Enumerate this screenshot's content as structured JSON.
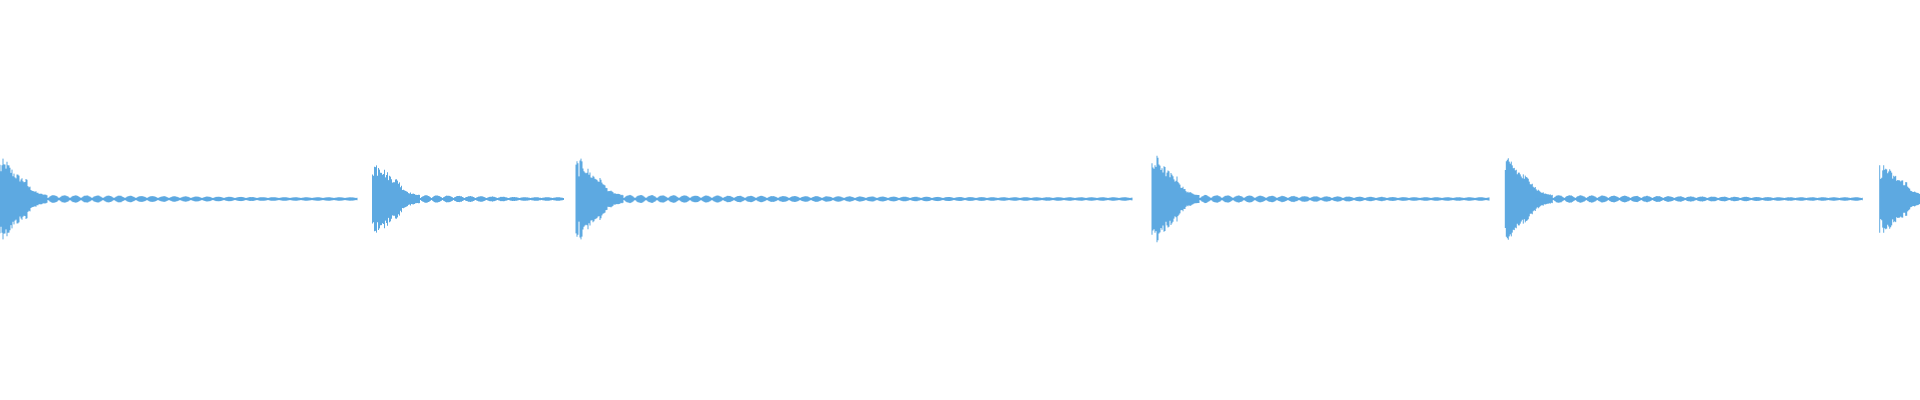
{
  "waveform": {
    "color": "#5DA9E1",
    "background": "#FFFFFF",
    "bursts": [
      {
        "start": 0.0,
        "end": 0.186,
        "peak": 0.92
      },
      {
        "start": 0.194,
        "end": 0.294,
        "peak": 0.9
      },
      {
        "start": 0.3,
        "end": 0.59,
        "peak": 0.92
      },
      {
        "start": 0.6,
        "end": 0.776,
        "peak": 1.0
      },
      {
        "start": 0.784,
        "end": 0.97,
        "peak": 0.93
      },
      {
        "start": 0.979,
        "end": 1.0,
        "peak": 0.82
      }
    ]
  }
}
